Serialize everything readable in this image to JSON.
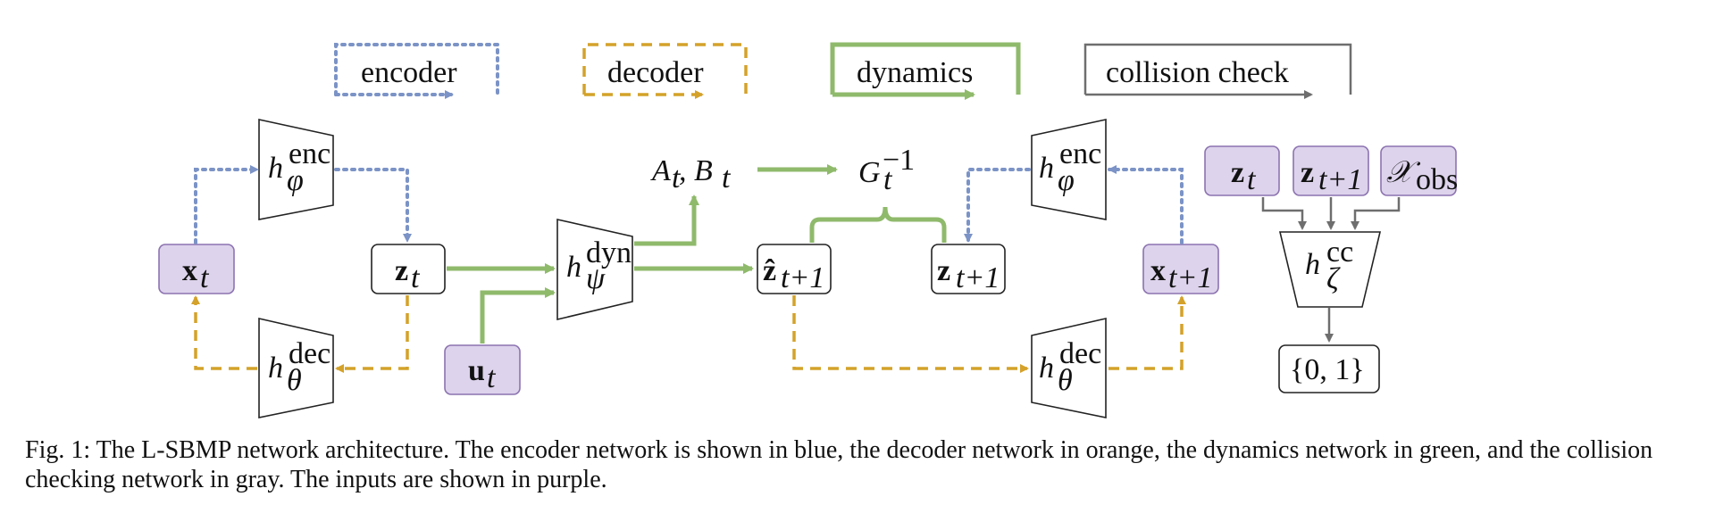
{
  "legend": {
    "encoder": "encoder",
    "decoder": "decoder",
    "dynamics": "dynamics",
    "collision": "collision check"
  },
  "colors": {
    "encoder": "#7b93c6",
    "decoder": "#d4a22a",
    "dynamics": "#8fba6b",
    "collision": "#6e6e6e",
    "input_fill": "#ddd3ec",
    "input_stroke": "#8c73b0"
  },
  "nodes": {
    "x_t": "x",
    "x_t_sub": "t",
    "z_t": "z",
    "z_t_sub": "t",
    "u_t": "u",
    "u_t_sub": "t",
    "zhat": "ẑ",
    "zhat_sub": "t+1",
    "z_next": "z",
    "z_next_sub": "t+1",
    "x_next": "x",
    "x_next_sub": "t+1",
    "cc_z_t": "z",
    "cc_z_t_sub": "t",
    "cc_z_next": "z",
    "cc_z_next_sub": "t+1",
    "cc_xobs": "𝒳",
    "cc_xobs_sub": "obs",
    "output": "{0, 1}"
  },
  "blocks": {
    "enc": {
      "h": "h",
      "sup": "enc",
      "sub": "φ"
    },
    "dec": {
      "h": "h",
      "sup": "dec",
      "sub": "θ"
    },
    "dyn": {
      "h": "h",
      "sup": "dyn",
      "sub": "ψ"
    },
    "cc": {
      "h": "h",
      "sup": "cc",
      "sub": "ζ"
    }
  },
  "labels": {
    "ab_A": "A",
    "ab_t1": "t",
    "ab_comma": ", B",
    "ab_t2": "t",
    "g": "G",
    "g_sup": "−1",
    "g_sub": "t"
  },
  "caption": "Fig. 1: The L-SBMP network architecture. The encoder network is shown in blue, the decoder network in orange, the dynamics network in green, and the collision checking network in gray. The inputs are shown in purple."
}
